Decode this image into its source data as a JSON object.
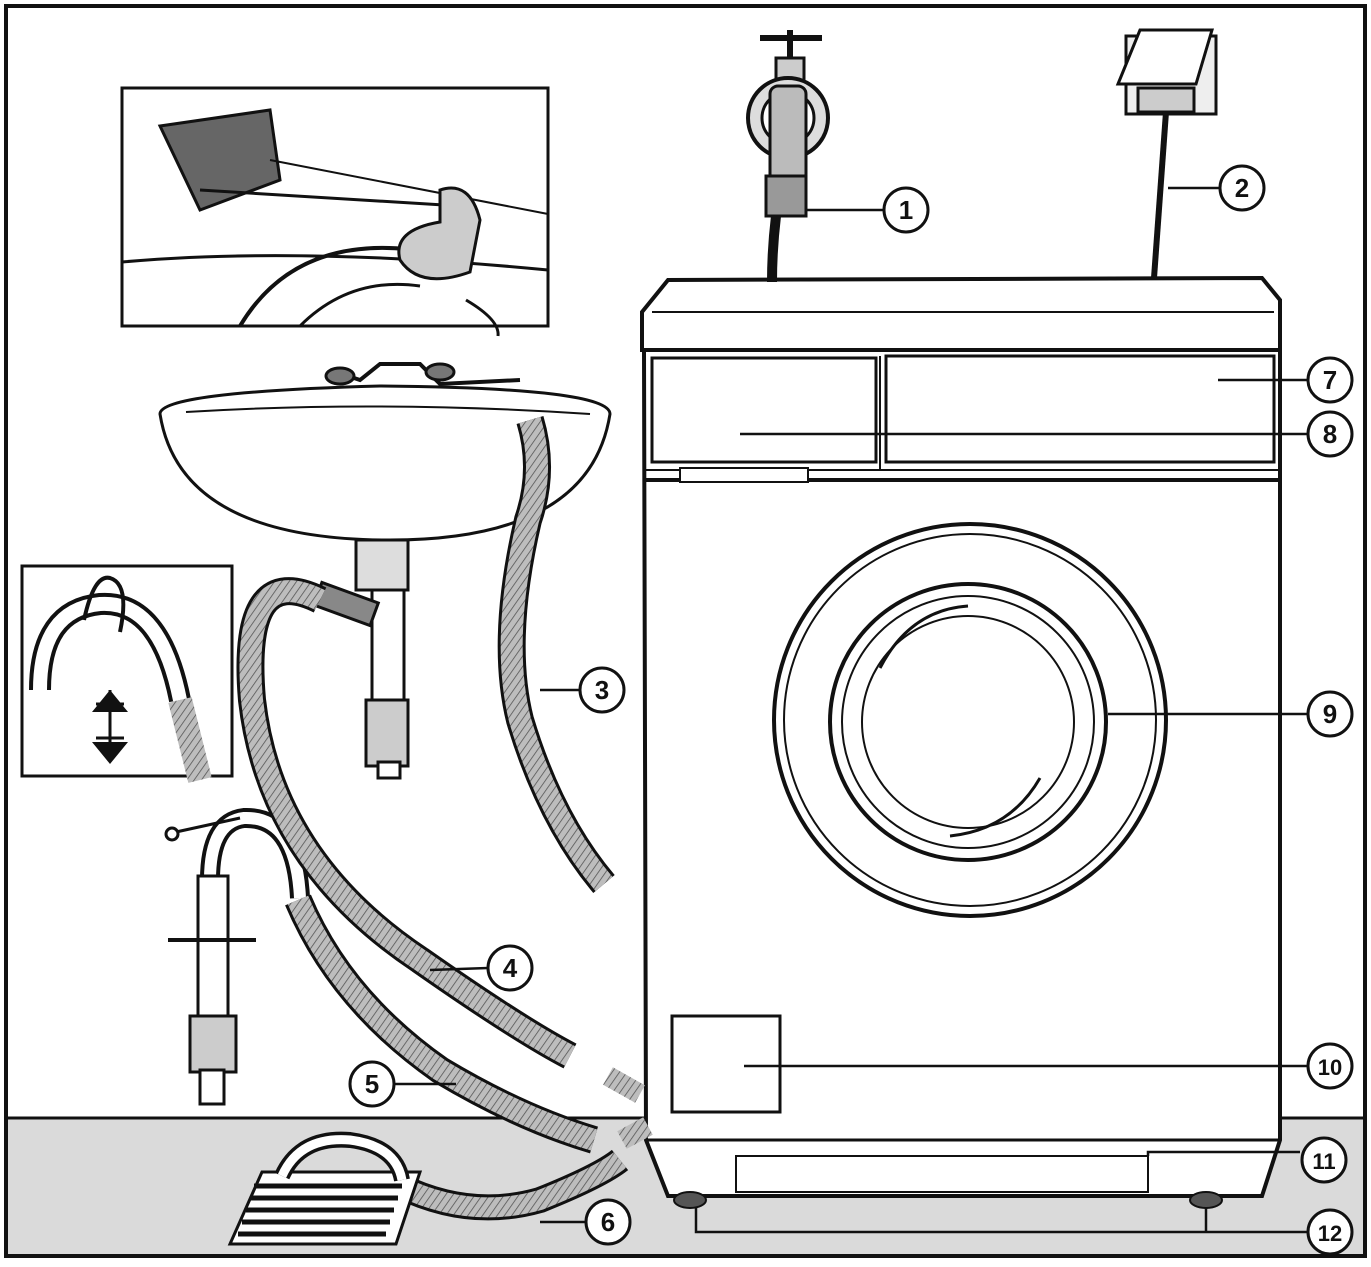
{
  "callouts": [
    {
      "n": "1"
    },
    {
      "n": "2"
    },
    {
      "n": "3"
    },
    {
      "n": "4"
    },
    {
      "n": "5"
    },
    {
      "n": "6"
    },
    {
      "n": "7"
    },
    {
      "n": "8"
    },
    {
      "n": "9"
    },
    {
      "n": "10"
    },
    {
      "n": "11"
    },
    {
      "n": "12"
    }
  ],
  "colors": {
    "ink": "#111111",
    "paper": "#ffffff",
    "floor": "#dadada",
    "hose": "#9a9a9a"
  }
}
